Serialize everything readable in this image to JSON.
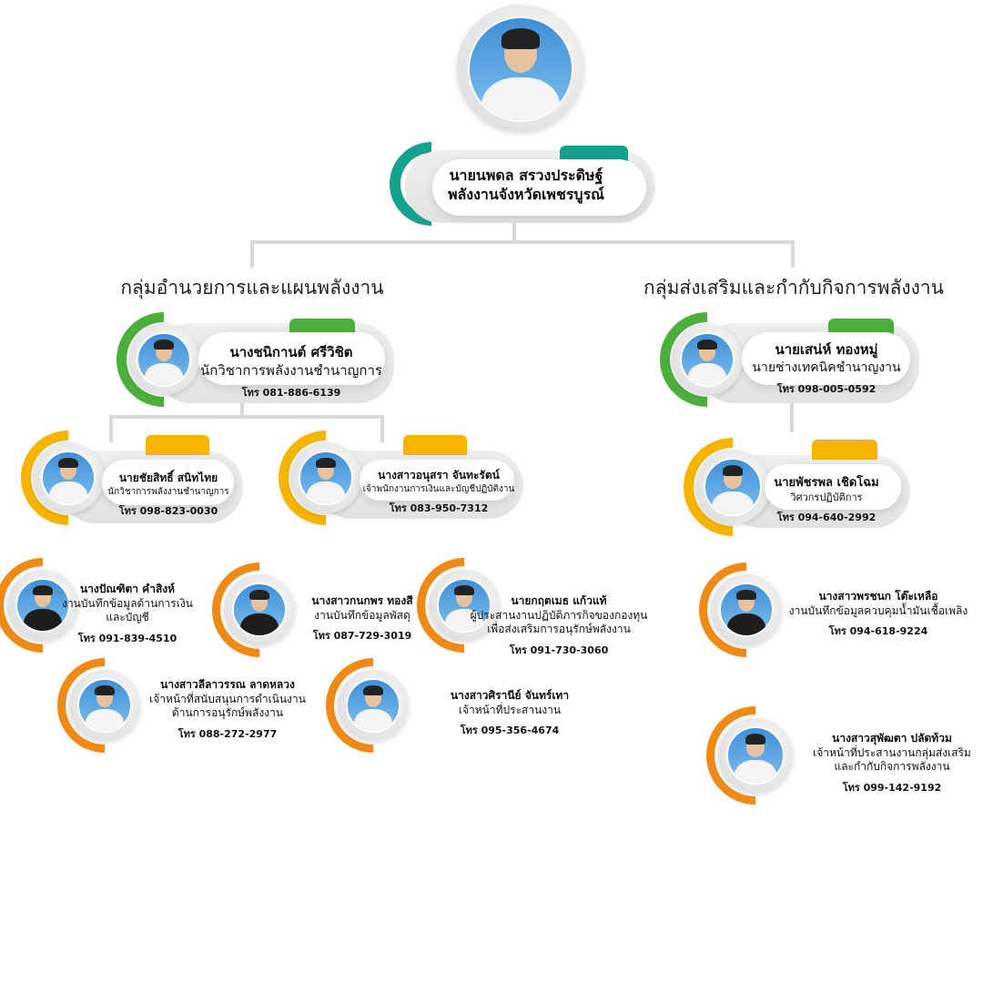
{
  "colors": {
    "teal": "#16a08e",
    "green": "#4caf3c",
    "yellow": "#f4b400",
    "orange": "#ef8a17",
    "line": "#d9d9d9"
  },
  "director": {
    "name": "นายนพดล สรวงประดิษฐ์",
    "title": "พลังงานจังหวัดเพชรบูรณ์"
  },
  "groups": [
    {
      "title": "กลุ่มอำนวยการและแผนพลังงาน"
    },
    {
      "title": "กลุ่มส่งเสริมและกำกับกิจการพลังงาน"
    }
  ],
  "staff": [
    {
      "name": "นางชนิกานต์ ศรีวิชิต",
      "roles": [
        "นักวิชาการพลังงานชำนาญการ"
      ],
      "phone": "โทร 081-886-6139"
    },
    {
      "name": "นายชัยสิทธิ์ สนิทไทย",
      "roles": [
        "นักวิชาการพลังงานชำนาญการ"
      ],
      "phone": "โทร 098-823-0030"
    },
    {
      "name": "นางสาวอนุสรา จันทะรัตน์",
      "roles": [
        "เจ้าพนักงานการเงินและบัญชีปฏิบัติงาน"
      ],
      "phone": "โทร 083-950-7312"
    },
    {
      "name": "นายเสน่ห์ ทองหมู่",
      "roles": [
        "นายช่างเทคนิคชำนาญงาน"
      ],
      "phone": "โทร 098-005-0592"
    },
    {
      "name": "นายพัชรพล เชิดโฉม",
      "roles": [
        "วิศวกรปฏิบัติการ"
      ],
      "phone": "โทร 094-640-2992"
    },
    {
      "name": "นางปัณฑิตา คำสิงห์",
      "roles": [
        "งานบันทึกข้อมูลด้านการเงิน",
        "และบัญชี"
      ],
      "phone": "โทร 091-839-4510"
    },
    {
      "name": "นางสาวกนกพร ทองสี",
      "roles": [
        "งานบันทึกข้อมูลพัสดุ"
      ],
      "phone": "โทร 087-729-3019"
    },
    {
      "name": "นายกฤตเมธ แก้วแท้",
      "roles": [
        "ผู้ประสานงานปฏิบัติภารกิจของกองทุน",
        "เพื่อส่งเสริมการอนุรักษ์พลังงาน"
      ],
      "phone": "โทร 091-730-3060"
    },
    {
      "name": "นางสาวลีลาวรรณ ลาดหลวง",
      "roles": [
        "เจ้าหน้าที่สนับสนุนการดำเนินงาน",
        "ด้านการอนุรักษ์พลังงาน"
      ],
      "phone": "โทร 088-272-2977"
    },
    {
      "name": "นางสาวศิรานีย์ จันทร์เทา",
      "roles": [
        "เจ้าหน้าที่ประสานงาน"
      ],
      "phone": "โทร 095-356-4674"
    },
    {
      "name": "นางสาวพรชนก โต๊ะเหลือ",
      "roles": [
        "งานบันทึกข้อมูลควบคุมน้ำมันเชื้อเพลิง"
      ],
      "phone": "โทร 094-618-9224"
    },
    {
      "name": "นางสาวสุพัฒตา ปลัดท้วม",
      "roles": [
        "เจ้าหน้าที่ประสานงานกลุ่มส่งเสริม",
        "และกำกับกิจการพลังงาน"
      ],
      "phone": "โทร 099-142-9192"
    }
  ]
}
